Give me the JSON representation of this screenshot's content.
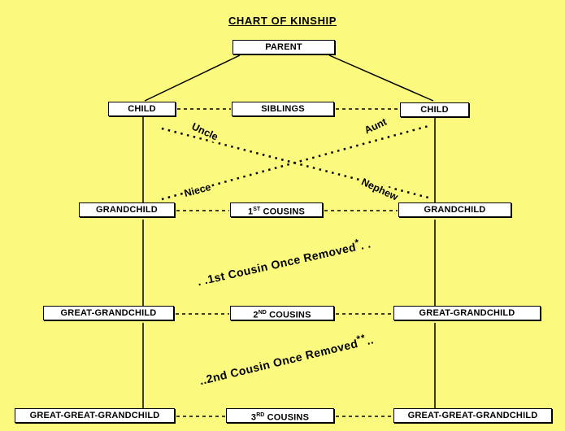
{
  "title": "CHART OF KINSHIP",
  "colors": {
    "background": "#FCF97F",
    "box_fill": "#FFFFFF",
    "line": "#000000"
  },
  "boxes": {
    "parent": "PARENT",
    "child_left": "CHILD",
    "siblings": "SIBLINGS",
    "child_right": "CHILD",
    "grandchild_left": "GRANDCHILD",
    "cousins1": {
      "num": "1",
      "sup": "ST",
      "rest": " COUSINS"
    },
    "grandchild_right": "GRANDCHILD",
    "great_grandchild_left": "GREAT-GRANDCHILD",
    "cousins2": {
      "num": "2",
      "sup": "ND",
      "rest": " COUSINS"
    },
    "great_grandchild_right": "GREAT-GRANDCHILD",
    "great_great_grandchild_left": "GREAT-GREAT-GRANDCHILD",
    "cousins3": {
      "num": "3",
      "sup": "RD",
      "rest": " COUSINS"
    },
    "great_great_grandchild_right": "GREAT-GREAT-GRANDCHILD"
  },
  "relations": {
    "uncle": "Uncle",
    "aunt": "Aunt",
    "niece": "Niece",
    "nephew": "Nephew",
    "first_removed": {
      "lead": ". .",
      "text": "1st Cousin Once Removed",
      "sup": "*",
      "trail": ". ."
    },
    "second_removed": {
      "lead": "..",
      "text": "2nd Cousin Once Removed",
      "sup": "**",
      "trail": ".."
    }
  }
}
